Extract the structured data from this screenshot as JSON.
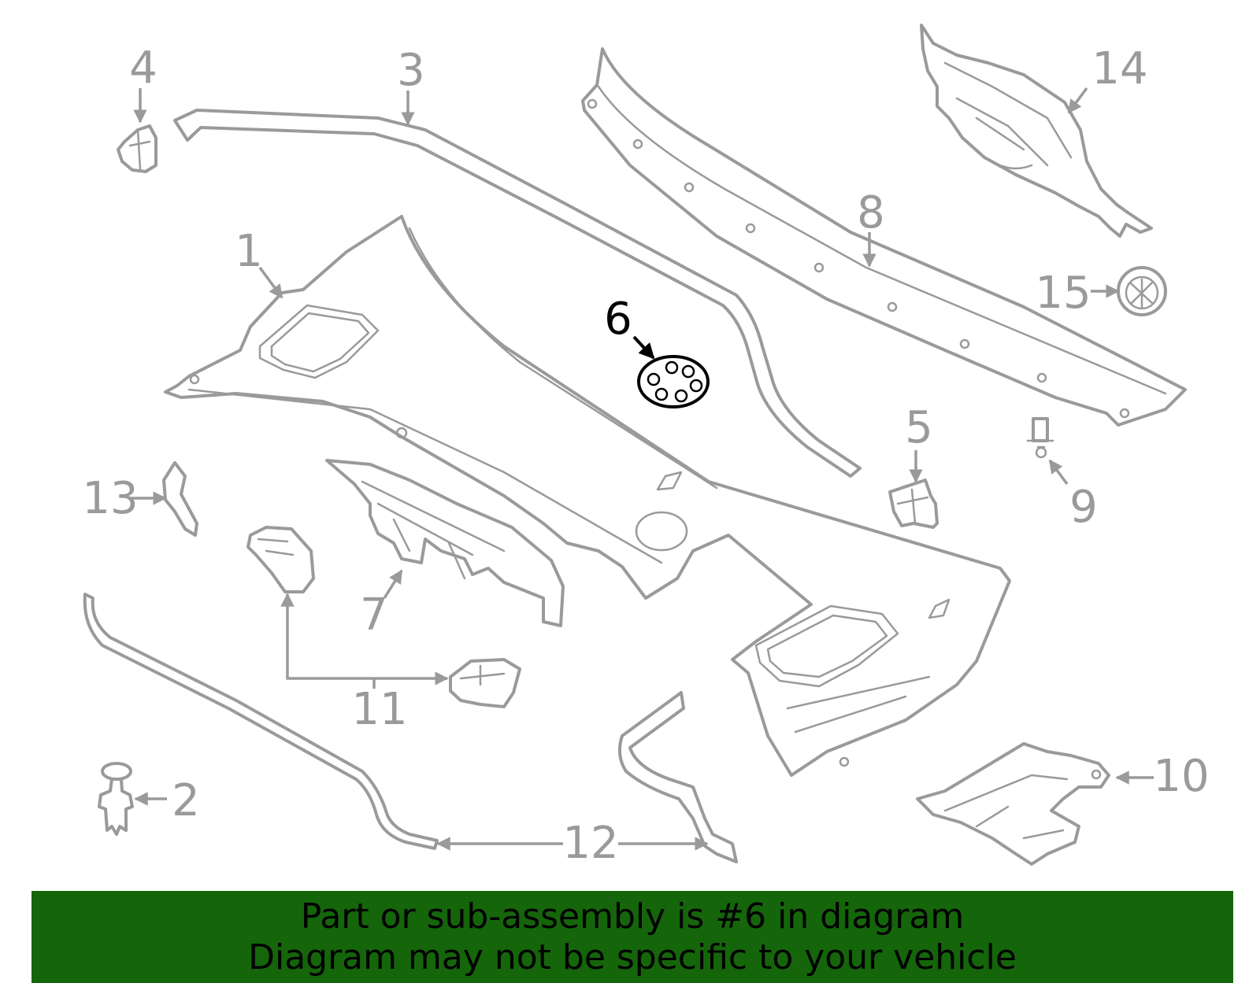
{
  "diagram": {
    "highlighted_part": "6",
    "callouts": [
      "1",
      "2",
      "3",
      "4",
      "5",
      "6",
      "7",
      "8",
      "9",
      "10",
      "11",
      "12",
      "13",
      "14",
      "15"
    ]
  },
  "banner": {
    "line1": "Part or sub-assembly is #6 in diagram",
    "line2": "Diagram may not be specific to your vehicle",
    "color": "#15650b"
  }
}
